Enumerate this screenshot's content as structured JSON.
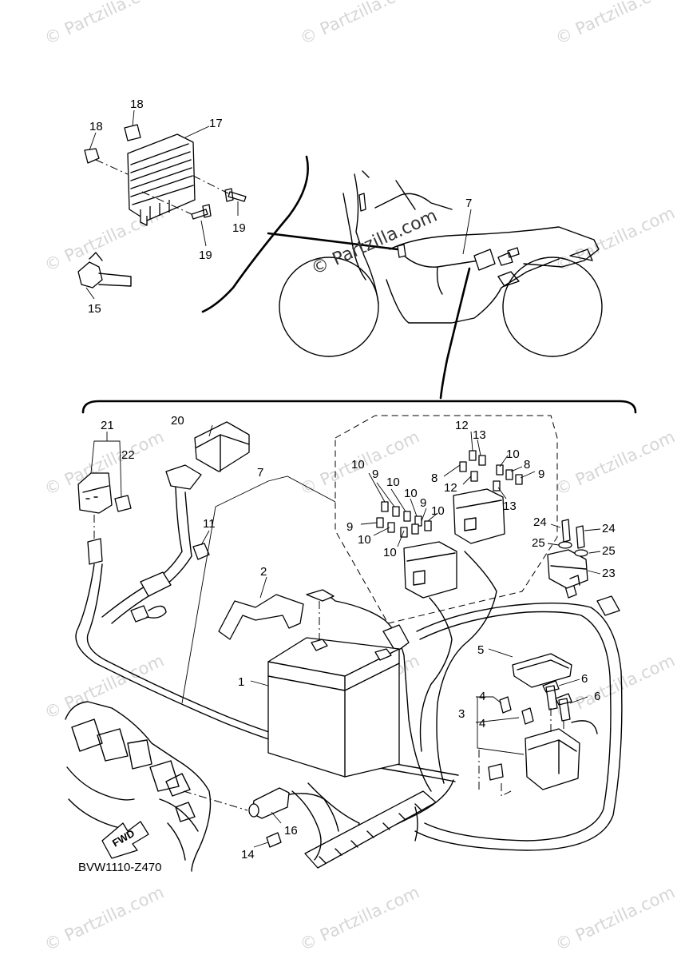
{
  "diagram": {
    "code": "BVW1110-Z470",
    "direction_label": "FWD",
    "watermark_corner": "© Partzilla.com",
    "watermark_main": "© Partzilla.com",
    "callouts": {
      "c1": "1",
      "c2": "2",
      "c3": "3",
      "c4a": "4",
      "c4b": "4",
      "c5": "5",
      "c6a": "6",
      "c6b": "6",
      "c7a": "7",
      "c7b": "7",
      "c8a": "8",
      "c8b": "8",
      "c9a": "9",
      "c9b": "9",
      "c9c": "9",
      "c9d": "9",
      "c10a": "10",
      "c10b": "10",
      "c10c": "10",
      "c10d": "10",
      "c10e": "10",
      "c10f": "10",
      "c10g": "10",
      "c11": "11",
      "c12a": "12",
      "c12b": "12",
      "c13a": "13",
      "c13b": "13",
      "c14": "14",
      "c15": "15",
      "c16": "16",
      "c17": "17",
      "c18a": "18",
      "c18b": "18",
      "c19a": "19",
      "c19b": "19",
      "c20": "20",
      "c21": "21",
      "c22": "22",
      "c23": "23",
      "c24a": "24",
      "c24b": "24",
      "c25a": "25",
      "c25b": "25"
    }
  }
}
